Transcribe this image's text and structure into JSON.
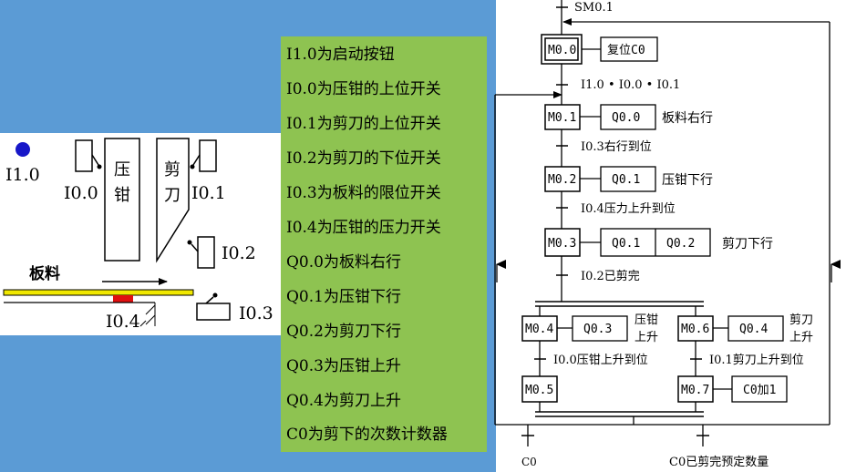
{
  "machine": {
    "start_button": "I1.0",
    "press_switch_upper": "I0.0",
    "press_label_1": "压",
    "press_label_2": "钳",
    "shear_label_1": "剪",
    "shear_label_2": "刀",
    "shear_switch_upper": "I0.1",
    "shear_switch_lower": "I0.2",
    "sheet_label": "板料",
    "pressure_switch": "I0.4",
    "limit_switch": "I0.3"
  },
  "legend": {
    "lines": [
      "I1.0为启动按钮",
      "I0.0为压钳的上位开关",
      "I0.1为剪刀的上位开关",
      "I0.2为剪刀的下位开关",
      "I0.3为板料的限位开关",
      "I0.4为压钳的压力开关",
      "Q0.0为板料右行",
      "Q0.1为压钳下行",
      "Q0.2为剪刀下行",
      "Q0.3为压钳上升",
      "Q0.4为剪刀上升",
      "C0为剪下的次数计数器"
    ]
  },
  "sfc": {
    "top_transition": "SM0.1",
    "steps": {
      "m00": "M0.0",
      "m01": "M0.1",
      "m02": "M0.2",
      "m03": "M0.3",
      "m04": "M0.4",
      "m05": "M0.5",
      "m06": "M0.6",
      "m07": "M0.7"
    },
    "actions": {
      "m00": "复位C0",
      "m01_box": "Q0.0",
      "m01_text": "板料右行",
      "m02_box": "Q0.1",
      "m02_text": "压钳下行",
      "m03_box1": "Q0.1",
      "m03_box2": "Q0.2",
      "m03_text": "剪刀下行",
      "m04_box": "Q0.3",
      "m04_text_1": "压钳",
      "m04_text_2": "上升",
      "m06_box": "Q0.4",
      "m06_text_1": "剪刀",
      "m06_text_2": "上升",
      "m07_box": "C0加1"
    },
    "transitions": {
      "t1": "I1.0 • I0.0 • I0.1",
      "t2": "I0.3右行到位",
      "t3": "I0.4压力上升到位",
      "t4": "I0.2已剪完",
      "t5": "I0.0压钳上升到位",
      "t6": "I0.1剪刀上升到位",
      "c0": "C0",
      "c0_done": "C0已剪完预定数量"
    }
  },
  "colors": {
    "sky": "#5b9bd5",
    "legend_bg": "#8ec351",
    "indicator": "#1717c8",
    "sheet": "#f0e800",
    "sensor": "#e01010"
  }
}
